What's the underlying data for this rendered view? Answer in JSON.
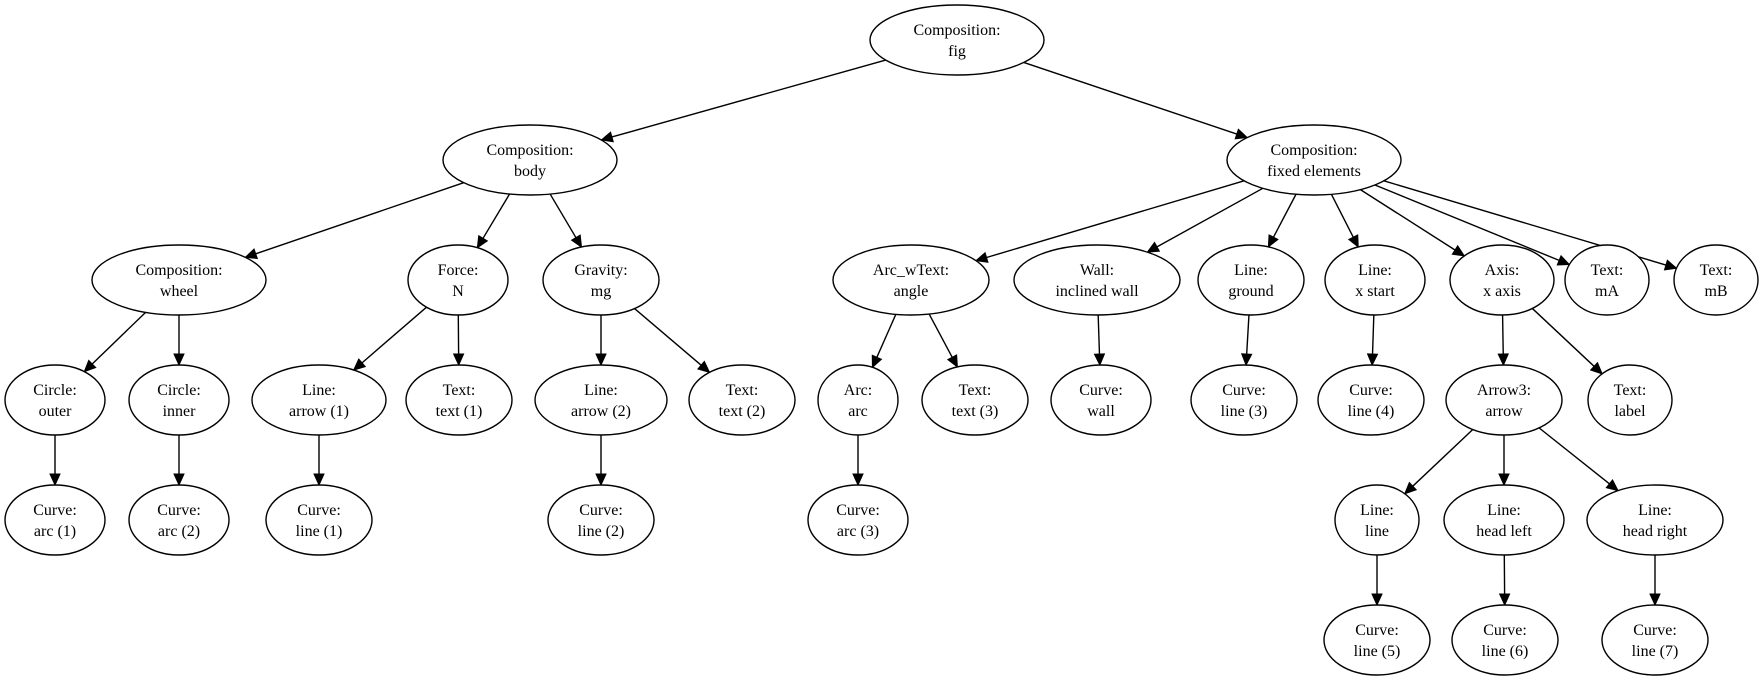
{
  "nodes": {
    "fig": {
      "type": "Composition:",
      "name": "fig"
    },
    "body": {
      "type": "Composition:",
      "name": "body"
    },
    "fixed": {
      "type": "Composition:",
      "name": "fixed elements"
    },
    "wheel": {
      "type": "Composition:",
      "name": "wheel"
    },
    "forceN": {
      "type": "Force:",
      "name": "N"
    },
    "gravity": {
      "type": "Gravity:",
      "name": "mg"
    },
    "arcwtext": {
      "type": "Arc_wText:",
      "name": "angle"
    },
    "wall": {
      "type": "Wall:",
      "name": "inclined wall"
    },
    "ground": {
      "type": "Line:",
      "name": "ground"
    },
    "xstart": {
      "type": "Line:",
      "name": "x start"
    },
    "axis": {
      "type": "Axis:",
      "name": "x axis"
    },
    "textmA": {
      "type": "Text:",
      "name": "mA"
    },
    "textmB": {
      "type": "Text:",
      "name": "mB"
    },
    "outer": {
      "type": "Circle:",
      "name": "outer"
    },
    "inner": {
      "type": "Circle:",
      "name": "inner"
    },
    "arrow1": {
      "type": "Line:",
      "name": "arrow (1)"
    },
    "text1": {
      "type": "Text:",
      "name": "text (1)"
    },
    "arrow2": {
      "type": "Line:",
      "name": "arrow (2)"
    },
    "text2": {
      "type": "Text:",
      "name": "text (2)"
    },
    "arc": {
      "type": "Arc:",
      "name": "arc"
    },
    "text3": {
      "type": "Text:",
      "name": "text (3)"
    },
    "curvewall": {
      "type": "Curve:",
      "name": "wall"
    },
    "line3": {
      "type": "Curve:",
      "name": "line (3)"
    },
    "line4": {
      "type": "Curve:",
      "name": "line (4)"
    },
    "arrow3": {
      "type": "Arrow3:",
      "name": "arrow"
    },
    "textlabel": {
      "type": "Text:",
      "name": "label"
    },
    "arc1": {
      "type": "Curve:",
      "name": "arc (1)"
    },
    "arc2": {
      "type": "Curve:",
      "name": "arc (2)"
    },
    "line1": {
      "type": "Curve:",
      "name": "line (1)"
    },
    "line2": {
      "type": "Curve:",
      "name": "line (2)"
    },
    "arc3": {
      "type": "Curve:",
      "name": "arc (3)"
    },
    "lineline": {
      "type": "Line:",
      "name": "line"
    },
    "headleft": {
      "type": "Line:",
      "name": "head left"
    },
    "headright": {
      "type": "Line:",
      "name": "head right"
    },
    "line5": {
      "type": "Curve:",
      "name": "line (5)"
    },
    "line6": {
      "type": "Curve:",
      "name": "line (6)"
    },
    "line7": {
      "type": "Curve:",
      "name": "line (7)"
    }
  },
  "edges": [
    [
      "fig",
      "body"
    ],
    [
      "fig",
      "fixed"
    ],
    [
      "body",
      "wheel"
    ],
    [
      "body",
      "forceN"
    ],
    [
      "body",
      "gravity"
    ],
    [
      "fixed",
      "arcwtext"
    ],
    [
      "fixed",
      "wall"
    ],
    [
      "fixed",
      "ground"
    ],
    [
      "fixed",
      "xstart"
    ],
    [
      "fixed",
      "axis"
    ],
    [
      "fixed",
      "textmA"
    ],
    [
      "fixed",
      "textmB"
    ],
    [
      "wheel",
      "outer"
    ],
    [
      "wheel",
      "inner"
    ],
    [
      "forceN",
      "arrow1"
    ],
    [
      "forceN",
      "text1"
    ],
    [
      "gravity",
      "arrow2"
    ],
    [
      "gravity",
      "text2"
    ],
    [
      "arcwtext",
      "arc"
    ],
    [
      "arcwtext",
      "text3"
    ],
    [
      "wall",
      "curvewall"
    ],
    [
      "ground",
      "line3"
    ],
    [
      "xstart",
      "line4"
    ],
    [
      "axis",
      "arrow3"
    ],
    [
      "axis",
      "textlabel"
    ],
    [
      "outer",
      "arc1"
    ],
    [
      "inner",
      "arc2"
    ],
    [
      "arrow1",
      "line1"
    ],
    [
      "arrow2",
      "line2"
    ],
    [
      "arc",
      "arc3"
    ],
    [
      "arrow3",
      "lineline"
    ],
    [
      "arrow3",
      "headleft"
    ],
    [
      "arrow3",
      "headright"
    ],
    [
      "lineline",
      "line5"
    ],
    [
      "headleft",
      "line6"
    ],
    [
      "headright",
      "line7"
    ]
  ]
}
